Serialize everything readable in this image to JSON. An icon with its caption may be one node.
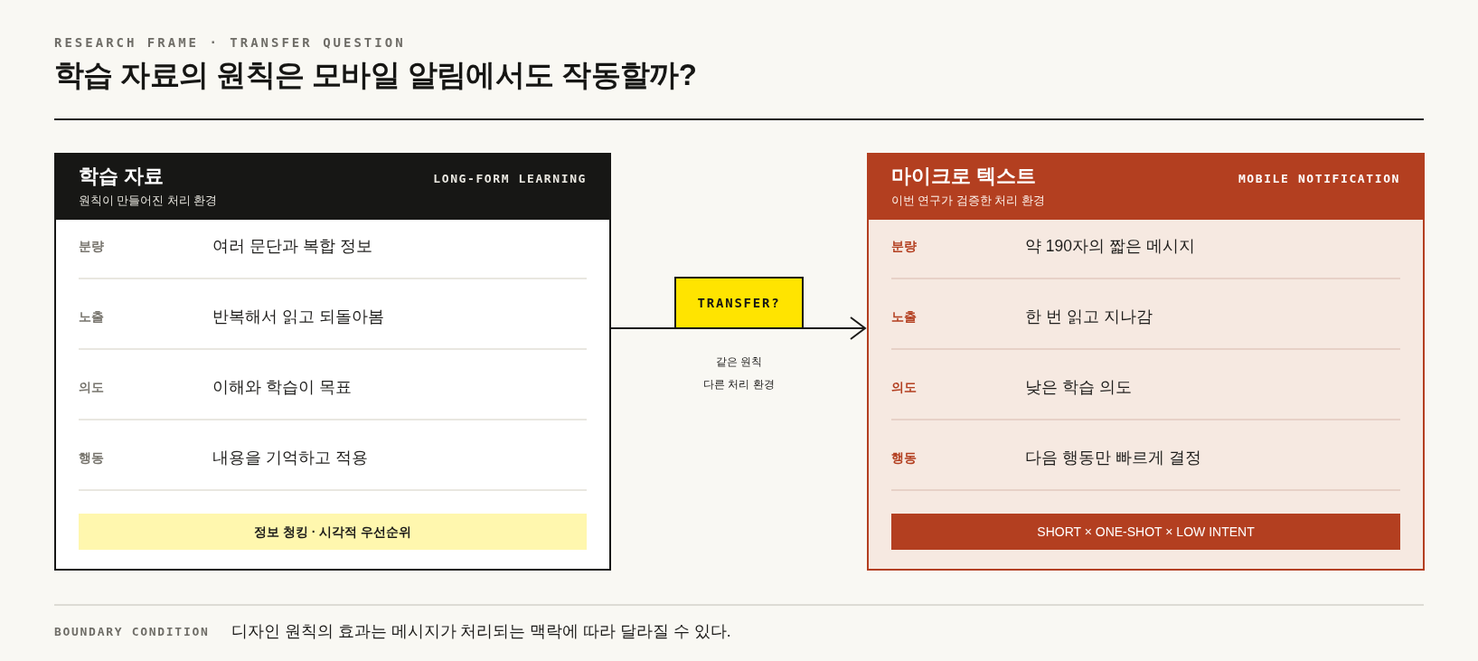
{
  "diagram": {
    "title": "학습 자료의 원칙은 모바일 알림에서도 작동할까?",
    "nodes": [
      {
        "text": [
          "학습 자료",
          "원칙이 만들어진 처리 환경",
          "LONG-FORM LEARNING",
          "분량",
          "여러 문단과 복합 정보",
          "노출",
          "반복해서 읽고 되돌아봄",
          "의도",
          "이해와 학습이 목표",
          "행동",
          "내용을 기억하고 적용"
        ]
      },
      {
        "text": [
          "정보 청킹 · 시각적 우선순위"
        ],
        "in": 0
      },
      {
        "text": [
          "TRANSFER?"
        ],
        "beside": [
          "같은 원칙 다른 처리 환경"
        ]
      },
      {
        "text": [
          "마이크로 텍스트",
          "이번 연구가 검증한 처리 환경",
          "MOBILE NOTIFICATION",
          "분량",
          "약 190자의 짧은 메시지",
          "노출",
          "한 번 읽고 지나감",
          "의도",
          "낮은 학습 의도",
          "행동",
          "다음 행동만 빠르게 결정"
        ]
      },
      {
        "text": [
          "SHORT × ONE-SHOT × LOW INTENT"
        ],
        "in": 3
      }
    ],
    "edges": [
      {
        "from": 0,
        "to": 2,
        "arrow": "none"
      },
      {
        "from": 2,
        "to": 3,
        "arrow": "to"
      }
    ],
    "labels": [
      "RESEARCH FRAME · TRANSFER QUESTION",
      "BOUNDARY CONDITION",
      "디자인 원칙의 효과는 메시지가 처리되는 맥락에 따라 달라질 수 있다."
    ]
  }
}
